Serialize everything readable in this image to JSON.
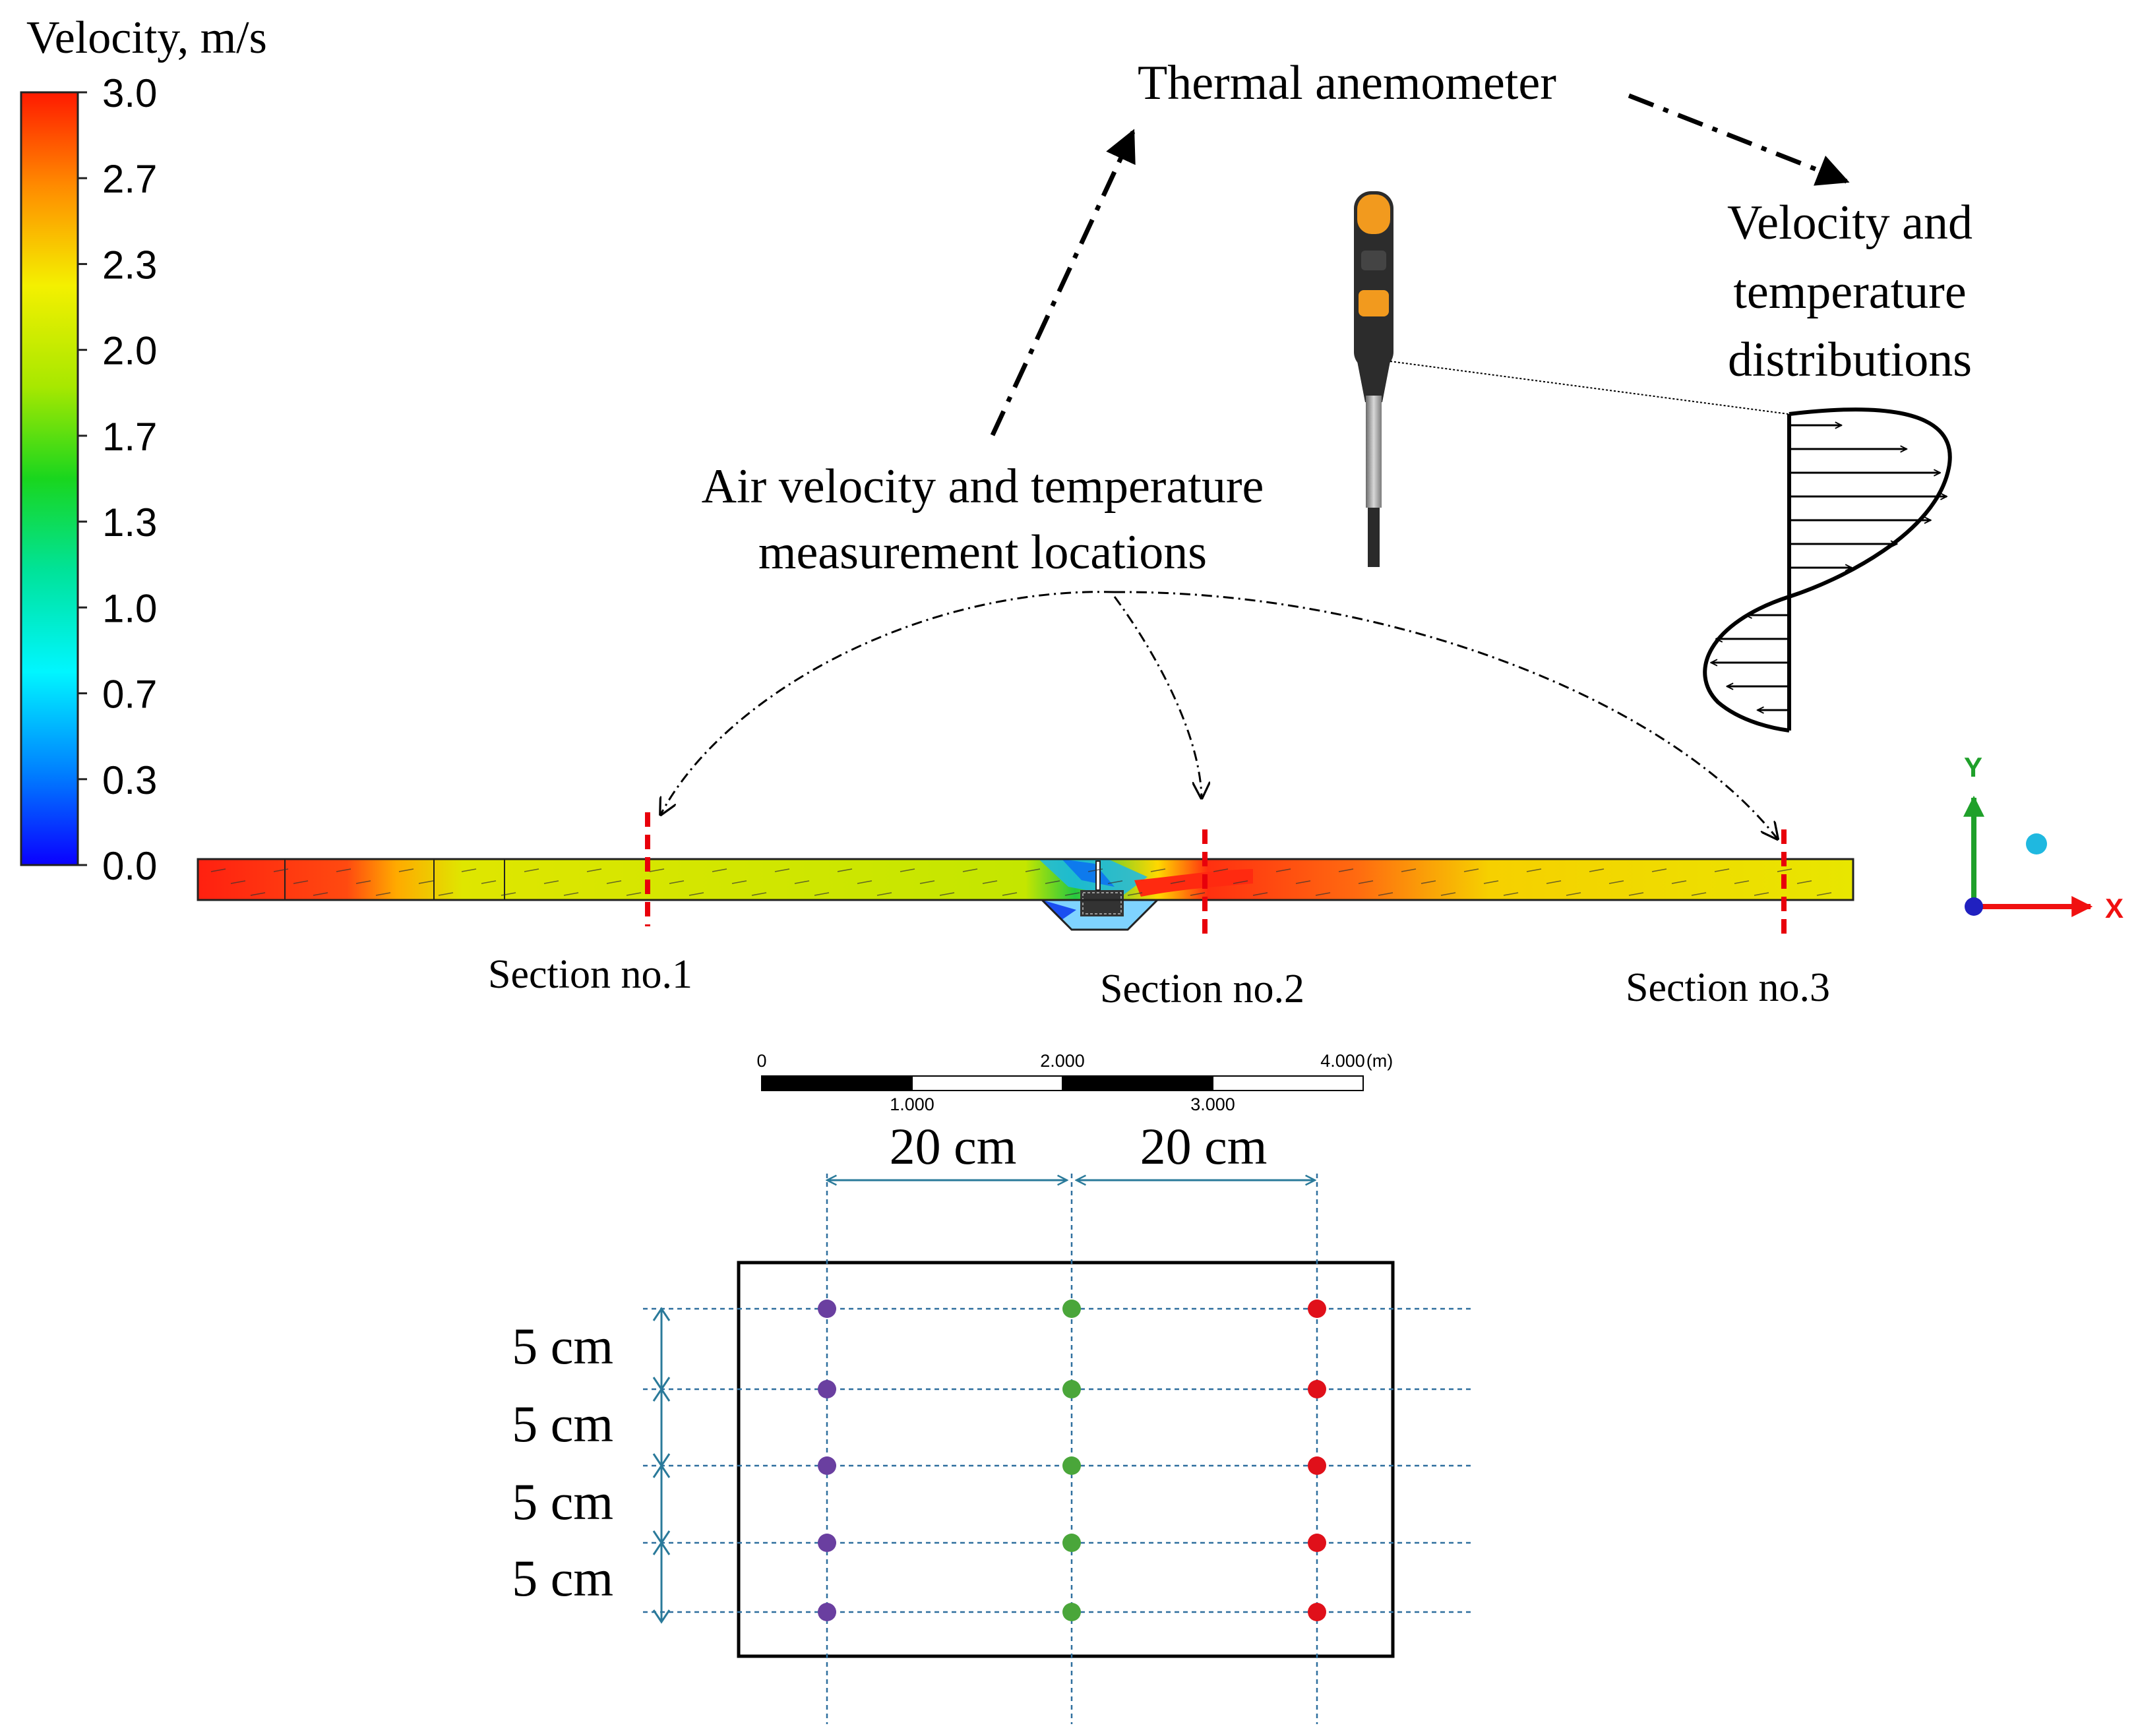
{
  "colorbar": {
    "title": "Velocity, m/s",
    "ticks": [
      "3.0",
      "2.7",
      "2.3",
      "2.0",
      "1.7",
      "1.3",
      "1.0",
      "0.7",
      "0.3",
      "0.0"
    ]
  },
  "labels": {
    "instrument": "Thermal anemometer",
    "profile_line1": "Velocity and",
    "profile_line2": "temperature",
    "profile_line3": "distributions",
    "locations_line1": "Air velocity and temperature",
    "locations_line2": "measurement locations"
  },
  "sections": [
    "Section no.1",
    "Section no.2",
    "Section no.3"
  ],
  "axes_triad": {
    "y": "Y",
    "x": "X"
  },
  "scale_bar": {
    "top": [
      "0",
      "2.000",
      "4.000"
    ],
    "unit": "(m)",
    "bottom": [
      "1.000",
      "3.000"
    ]
  },
  "grid": {
    "horizontal_spacing": [
      "20 cm",
      "20 cm"
    ],
    "vertical_spacing": [
      "5 cm",
      "5 cm",
      "5 cm",
      "5 cm"
    ],
    "point_colors": [
      "#6a3fa0",
      "#4aa63a",
      "#e0101a"
    ]
  },
  "colors": {
    "section_line": "#e8000b",
    "dimension": "#2a7a9a",
    "grid_dash": "#2e6f9e"
  }
}
